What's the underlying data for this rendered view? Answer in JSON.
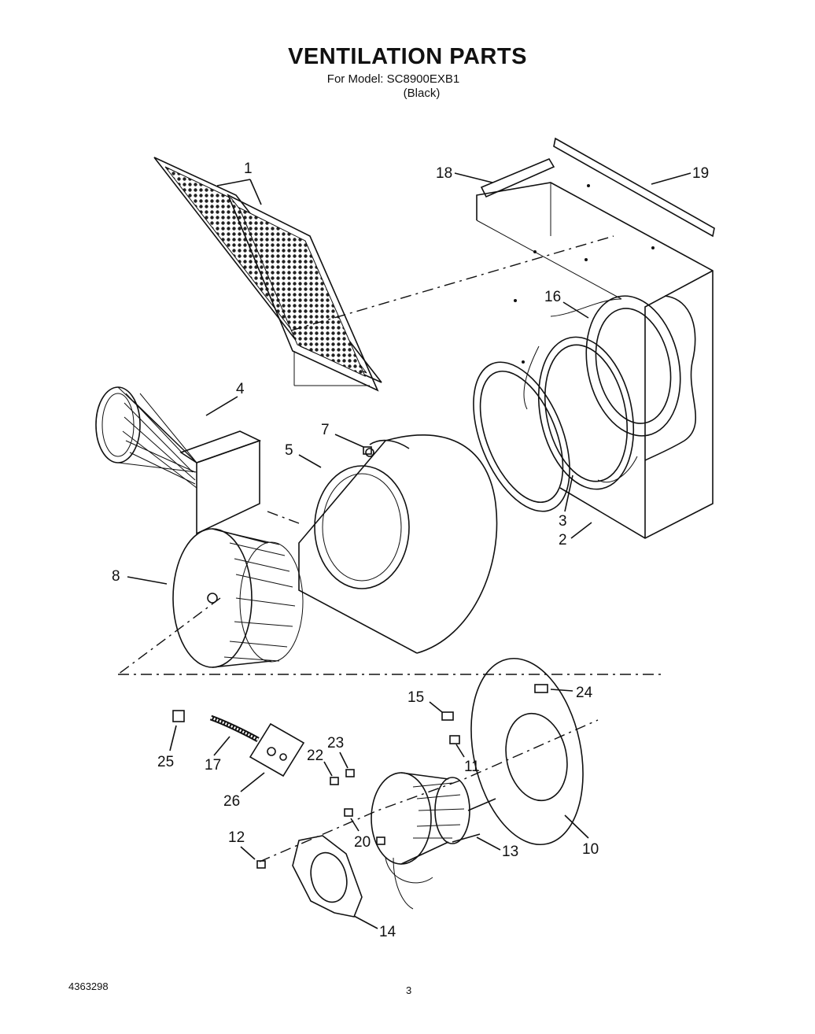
{
  "header": {
    "title": "VENTILATION PARTS",
    "model_line": "For Model: SC8900EXB1",
    "color_line": "(Black)"
  },
  "footer": {
    "doc_number": "4363298",
    "page_number": "3"
  },
  "callouts": [
    "1",
    "2",
    "3",
    "4",
    "5",
    "7",
    "8",
    "10",
    "11",
    "12",
    "13",
    "14",
    "15",
    "16",
    "17",
    "18",
    "19",
    "20",
    "22",
    "23",
    "24",
    "25",
    "26"
  ]
}
